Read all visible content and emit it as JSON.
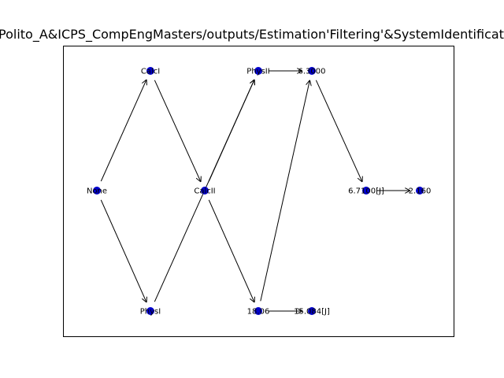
{
  "title": "Polito_A&ICPS_CompEngMasters/outputs/Estimation'Filtering'&SystemIdentification",
  "colors": {
    "node": "#0000cc",
    "edge": "#000000",
    "frame": "#000000"
  },
  "nodes": [
    {
      "id": "none",
      "label": "None"
    },
    {
      "id": "calci",
      "label": "CalcI"
    },
    {
      "id": "physi",
      "label": "PhysI"
    },
    {
      "id": "calcii",
      "label": "CalcII"
    },
    {
      "id": "physii",
      "label": "PhysII"
    },
    {
      "id": "n1806",
      "label": "18.06"
    },
    {
      "id": "n63000",
      "label": "6.3000"
    },
    {
      "id": "n67100",
      "label": "6.7100[J]"
    },
    {
      "id": "n15084",
      "label": "15.084[J]"
    },
    {
      "id": "n2160",
      "label": "2.160"
    }
  ],
  "edges": [
    [
      "none",
      "calci"
    ],
    [
      "none",
      "physi"
    ],
    [
      "calci",
      "calcii"
    ],
    [
      "physi",
      "physii"
    ],
    [
      "calcii",
      "physii"
    ],
    [
      "calcii",
      "n1806"
    ],
    [
      "physii",
      "n63000"
    ],
    [
      "n1806",
      "n63000"
    ],
    [
      "n1806",
      "n15084"
    ],
    [
      "n63000",
      "n67100"
    ],
    [
      "n67100",
      "n2160"
    ]
  ]
}
